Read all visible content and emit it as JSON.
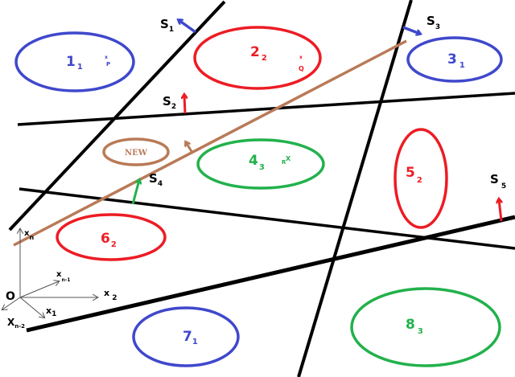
{
  "colors": {
    "black": "#000000",
    "blue": "#3f48cc",
    "red": "#ed1c24",
    "green": "#22b14c",
    "brown": "#b97a57",
    "gray": "#555555"
  },
  "hyperplanes": [
    {
      "name": "S1",
      "label": "S",
      "sub": "1",
      "color": "#3f48cc"
    },
    {
      "name": "S2",
      "label": "S",
      "sub": "2",
      "color": "#ed1c24"
    },
    {
      "name": "S3",
      "label": "S",
      "sub": "3",
      "color": "#3f48cc"
    },
    {
      "name": "S4",
      "label": "S",
      "sub": "4",
      "color": "#22b14c"
    },
    {
      "name": "S5",
      "label": "S",
      "sub": "5",
      "color": "#ed1c24"
    }
  ],
  "regions": [
    {
      "id": "1",
      "main": "1",
      "sub": "1",
      "color": "#3f48cc"
    },
    {
      "id": "2",
      "main": "2",
      "sub": "2",
      "color": "#ed1c24"
    },
    {
      "id": "3",
      "main": "3",
      "sub": "1",
      "color": "#3f48cc"
    },
    {
      "id": "4",
      "main": "4",
      "sub": "3",
      "color": "#22b14c"
    },
    {
      "id": "5",
      "main": "5",
      "sub": "2",
      "color": "#ed1c24"
    },
    {
      "id": "6",
      "main": "6",
      "sub": "2",
      "color": "#ed1c24"
    },
    {
      "id": "7",
      "main": "7",
      "sub": "1",
      "color": "#3f48cc"
    },
    {
      "id": "8",
      "main": "8",
      "sub": "3",
      "color": "#22b14c"
    },
    {
      "id": "new",
      "main": "NEW",
      "color": "#b97a57"
    }
  ],
  "points": [
    {
      "name": "P",
      "mark": "x"
    },
    {
      "name": "Q",
      "mark": "x"
    },
    {
      "name": "R",
      "mark": "X"
    }
  ],
  "axes": {
    "origin": "O",
    "labels": [
      {
        "main": "x",
        "sub": "n"
      },
      {
        "main": "x",
        "sub": "n-1"
      },
      {
        "main": "x",
        "sub": " 2"
      },
      {
        "main": "x",
        "sub": "1"
      },
      {
        "main": "X",
        "sub": "n-2"
      }
    ]
  }
}
